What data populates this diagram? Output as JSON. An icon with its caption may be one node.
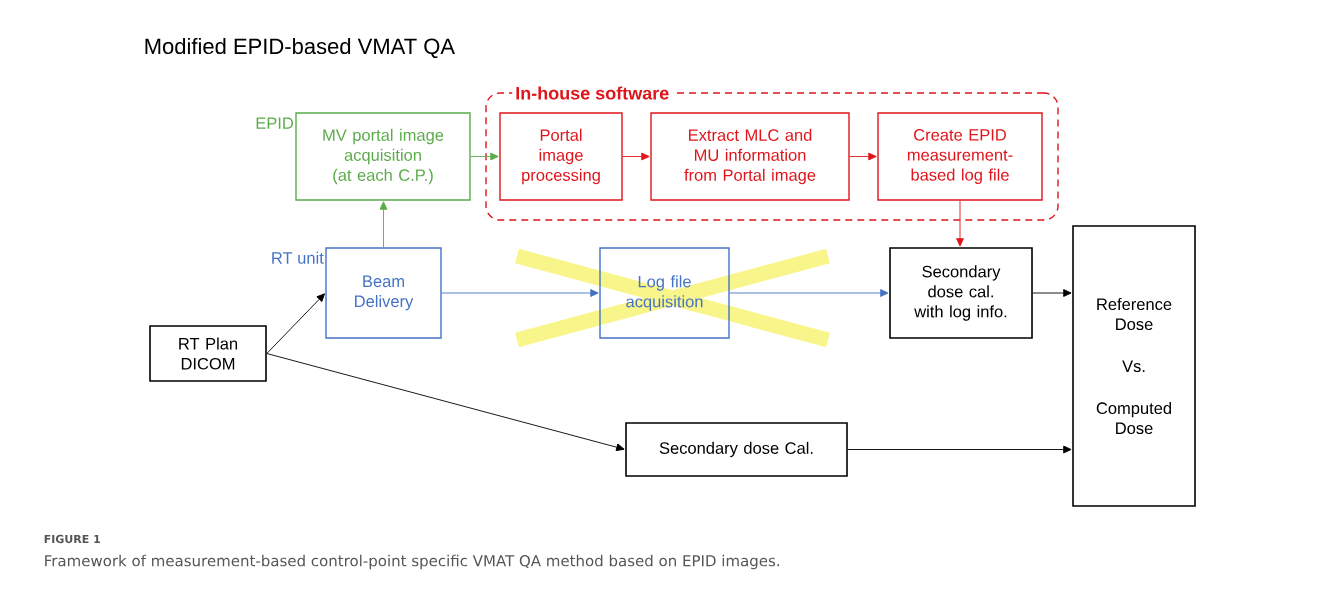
{
  "diagram": {
    "title": "Modified EPID-based VMAT QA",
    "caption": "Framework of measurement-based control-point specific VMAT QA method based on EPID images.",
    "nodes": [
      {
        "text": [
          "RT Plan DICOM"
        ]
      },
      {
        "text": [
          "Beam Delivery"
        ],
        "beside": [
          "RT unit"
        ]
      },
      {
        "text": [
          "MV portal image acquisition (at each C.P.)"
        ],
        "beside": [
          "EPID"
        ]
      },
      {
        "text": [
          "In-house software"
        ]
      },
      {
        "text": [
          "Portal image processing"
        ],
        "in": 3
      },
      {
        "text": [
          "Extract MLC and MU information from Portal image"
        ],
        "in": 3
      },
      {
        "text": [
          "Create EPID measurement-based log file"
        ],
        "in": 3
      },
      {
        "text": [
          "Log file acquisition"
        ]
      },
      {
        "text": [
          "Secondary dose cal. with log info."
        ]
      },
      {
        "text": [
          "Reference Dose",
          "Vs.",
          "Computed Dose"
        ]
      },
      {
        "text": [
          "Secondary dose Cal."
        ]
      }
    ],
    "edges": [
      {
        "from": 0,
        "to": 1,
        "arrow": "to"
      },
      {
        "from": 1,
        "to": 2,
        "arrow": "to",
        "color": "#5aab4a"
      },
      {
        "from": 2,
        "to": 4,
        "arrow": "to",
        "color": "#5aab4a"
      },
      {
        "from": 4,
        "to": 5,
        "arrow": "to",
        "color": "#e0151b"
      },
      {
        "from": 5,
        "to": 6,
        "arrow": "to",
        "color": "#e0151b"
      },
      {
        "from": 6,
        "to": 8,
        "arrow": "to",
        "color": "#e0151b"
      },
      {
        "from": 1,
        "to": 7,
        "arrow": "to",
        "color": "#4472c4"
      },
      {
        "from": 7,
        "to": 8,
        "arrow": "to",
        "color": "#4472c4"
      },
      {
        "from": 8,
        "to": 9,
        "arrow": "to"
      },
      {
        "from": 0,
        "to": 10,
        "arrow": "to"
      },
      {
        "from": 10,
        "to": 9,
        "arrow": "to"
      }
    ],
    "labels": [
      "FIGURE 1"
    ]
  }
}
